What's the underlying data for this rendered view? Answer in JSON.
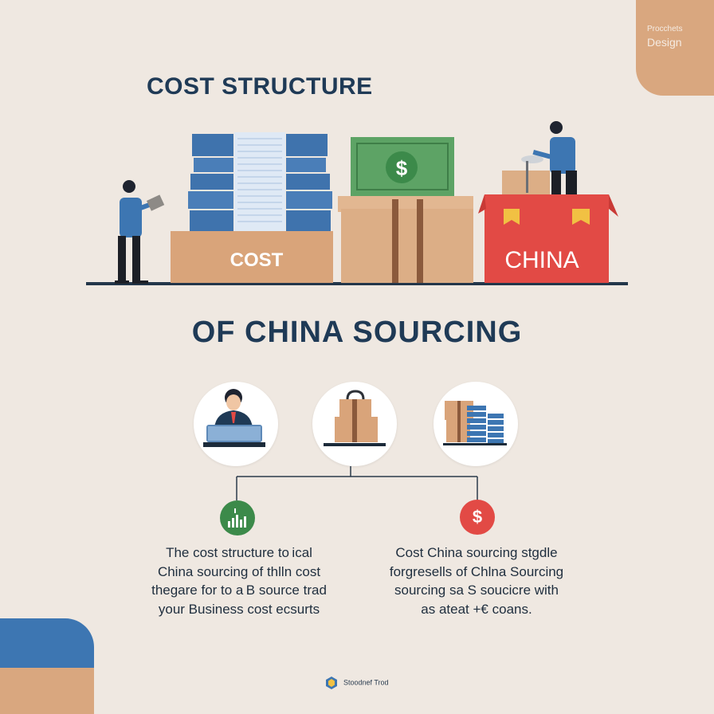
{
  "brand": {
    "line1": "Procchets",
    "line2": "Design"
  },
  "title_top": "COST STRUCTURE",
  "title_bottom": "OF CHINA SOURCING",
  "box_labels": {
    "cost": "COST",
    "china": "CHINA"
  },
  "badges": {
    "cost_symbol": "$",
    "dollar_symbol": "$"
  },
  "paragraphs": {
    "left": [
      "The cost structure to ical",
      "China  sourcing  of thlln cost",
      "thegare for  to a B source trad",
      "your Business   cost ecsurts"
    ],
    "right": [
      "Cost China sourcing  stgdle",
      "forgresells of Chlna Sourcing",
      "sourcing sa S soucicre with",
      "as ateat +€ coans."
    ]
  },
  "footer": {
    "text": "Stoodnef Trod"
  },
  "colors": {
    "background": "#efe8e1",
    "navy": "#1f3a56",
    "blue": "#3d76b2",
    "sand": "#d9a77f",
    "red": "#e24a45",
    "green": "#3c8a4a"
  },
  "icons": [
    "person-laptop-icon",
    "shopping-bag-icon",
    "boxes-stack-icon",
    "bar-chart-icon",
    "dollar-icon"
  ]
}
